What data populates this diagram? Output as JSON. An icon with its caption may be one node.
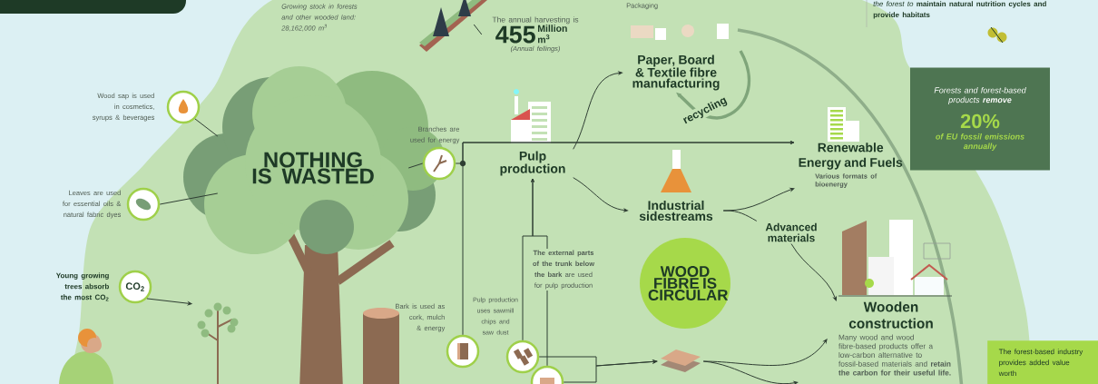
{
  "diagram": {
    "nodes": [
      {
        "text": [
          "NOTHING IS WASTED"
        ]
      },
      {
        "text": [],
        "shape": "circle",
        "beside": [
          "Wood sap is used in cosmetics, syrups & beverages"
        ]
      },
      {
        "text": [],
        "shape": "circle",
        "beside": [
          "Leaves are used for essential oils & natural fabric dyes"
        ]
      },
      {
        "text": [
          "CO$_{2}$"
        ],
        "beside": [
          "Young growing trees absorb the most CO$_{2}$"
        ]
      },
      {
        "text": [],
        "shape": "picture"
      },
      {
        "text": [],
        "shape": "circle",
        "beside": [
          "Branches are used for energy"
        ]
      },
      {
        "text": [
          "Pulp production"
        ]
      },
      {
        "text": [
          "Paper, Board & Textile fibre manufacturing"
        ]
      },
      {
        "text": [
          "Renewable Energy and Fuels",
          "Various formats of bioenergy"
        ]
      },
      {
        "text": [
          "Industrial sidestreams"
        ]
      },
      {
        "text": [
          "WOOD FIBRE IS CIRCULAR"
        ]
      },
      {
        "text": [
          "Advanced materials"
        ]
      },
      {
        "text": [
          "Wooden construction",
          "Many wood and wood fibre-based products offer a low-carbon alternative to fossil-based materials and **retain the carbon for their useful life.**"
        ]
      },
      {
        "text": [],
        "shape": "circle",
        "beside": [
          "Bark is used as cork, mulch & energy"
        ]
      },
      {
        "text": [],
        "shape": "circle"
      },
      {
        "text": [],
        "shape": "circle"
      },
      {
        "text": [],
        "shape": "picture"
      },
      {
        "text": [],
        "shape": "picture"
      },
      {
        "text": [
          "The annual harvesting is",
          "455",
          "Million m$^{3}$",
          "(Annual fellings)"
        ]
      },
      {
        "text": [
          "*Forests and forest-based products* **remove**",
          "20%",
          "of EU fossil emissions annually"
        ]
      },
      {
        "text": [
          "The forest-based industry provides added value worth"
        ]
      },
      {
        "text": [],
        "shape": "box"
      }
    ],
    "edges": [
      {
        "from": 1,
        "to": 0,
        "arrow": "none"
      },
      {
        "from": 2,
        "to": 0,
        "arrow": "none"
      },
      {
        "from": 0,
        "to": 5,
        "arrow": "none"
      },
      {
        "from": 3,
        "to": 4,
        "arrow": "to"
      },
      {
        "from": 5,
        "to": 8,
        "arrow": "to"
      },
      {
        "from": 13,
        "to": 8,
        "arrow": "to"
      },
      {
        "from": 6,
        "to": 7,
        "arrow": "to"
      },
      {
        "from": 6,
        "to": 9,
        "arrow": "to"
      },
      {
        "from": null,
        "to": 7,
        "arrow": "to",
        "label": "recycling",
        "style": "thick",
        "color": "#7fa57a"
      },
      {
        "from": 9,
        "to": 8,
        "arrow": "to"
      },
      {
        "from": 9,
        "to": 11,
        "arrow": "none"
      },
      {
        "from": 11,
        "to": 12,
        "arrow": "to"
      },
      {
        "from": 14,
        "to": 6,
        "arrow": "to"
      },
      {
        "from": 15,
        "to": 6,
        "arrow": "to",
        "label": "**The external parts of the trunk below the bark** are used for pulp production"
      },
      {
        "from": 14,
        "to": 16,
        "arrow": "to"
      },
      {
        "from": 15,
        "to": 16,
        "arrow": "to"
      },
      {
        "from": 16,
        "to": 12,
        "arrow": "to"
      },
      {
        "from": 16,
        "to": null,
        "arrow": "to"
      },
      {
        "from": 17,
        "to": 18,
        "arrow": "none"
      }
    ],
    "labels": [
      "Packaging",
      "Growing stock in forests and other wooded land: 28,162,000 m$^{3}$",
      "*the forest to* **maintain natural nutrition cycles and provide habitats**",
      "Pulp production uses sawmill chips and saw dust"
    ]
  }
}
